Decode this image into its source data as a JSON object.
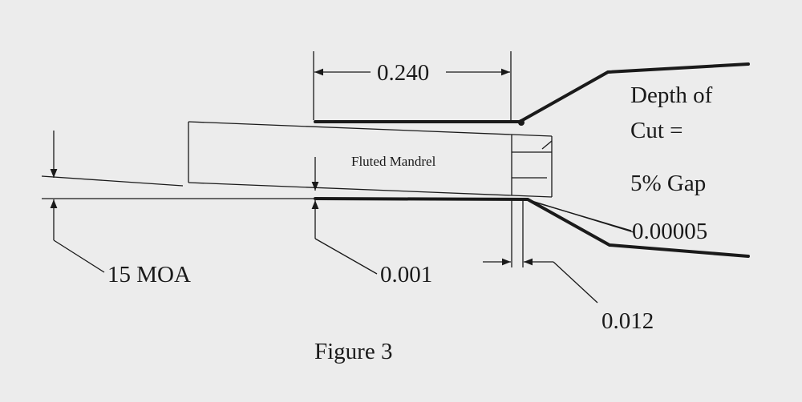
{
  "figure": {
    "caption": "Figure 3",
    "labels": {
      "length": "0.240",
      "depth_of_cut_line1": "Depth of",
      "depth_of_cut_line2": "Cut =",
      "gap_percent": "5% Gap",
      "mandrel": "Fluted Mandrel",
      "small_gap": "0.00005",
      "angle": "15 MOA",
      "offset": "0.001",
      "land_width": "0.012"
    }
  }
}
